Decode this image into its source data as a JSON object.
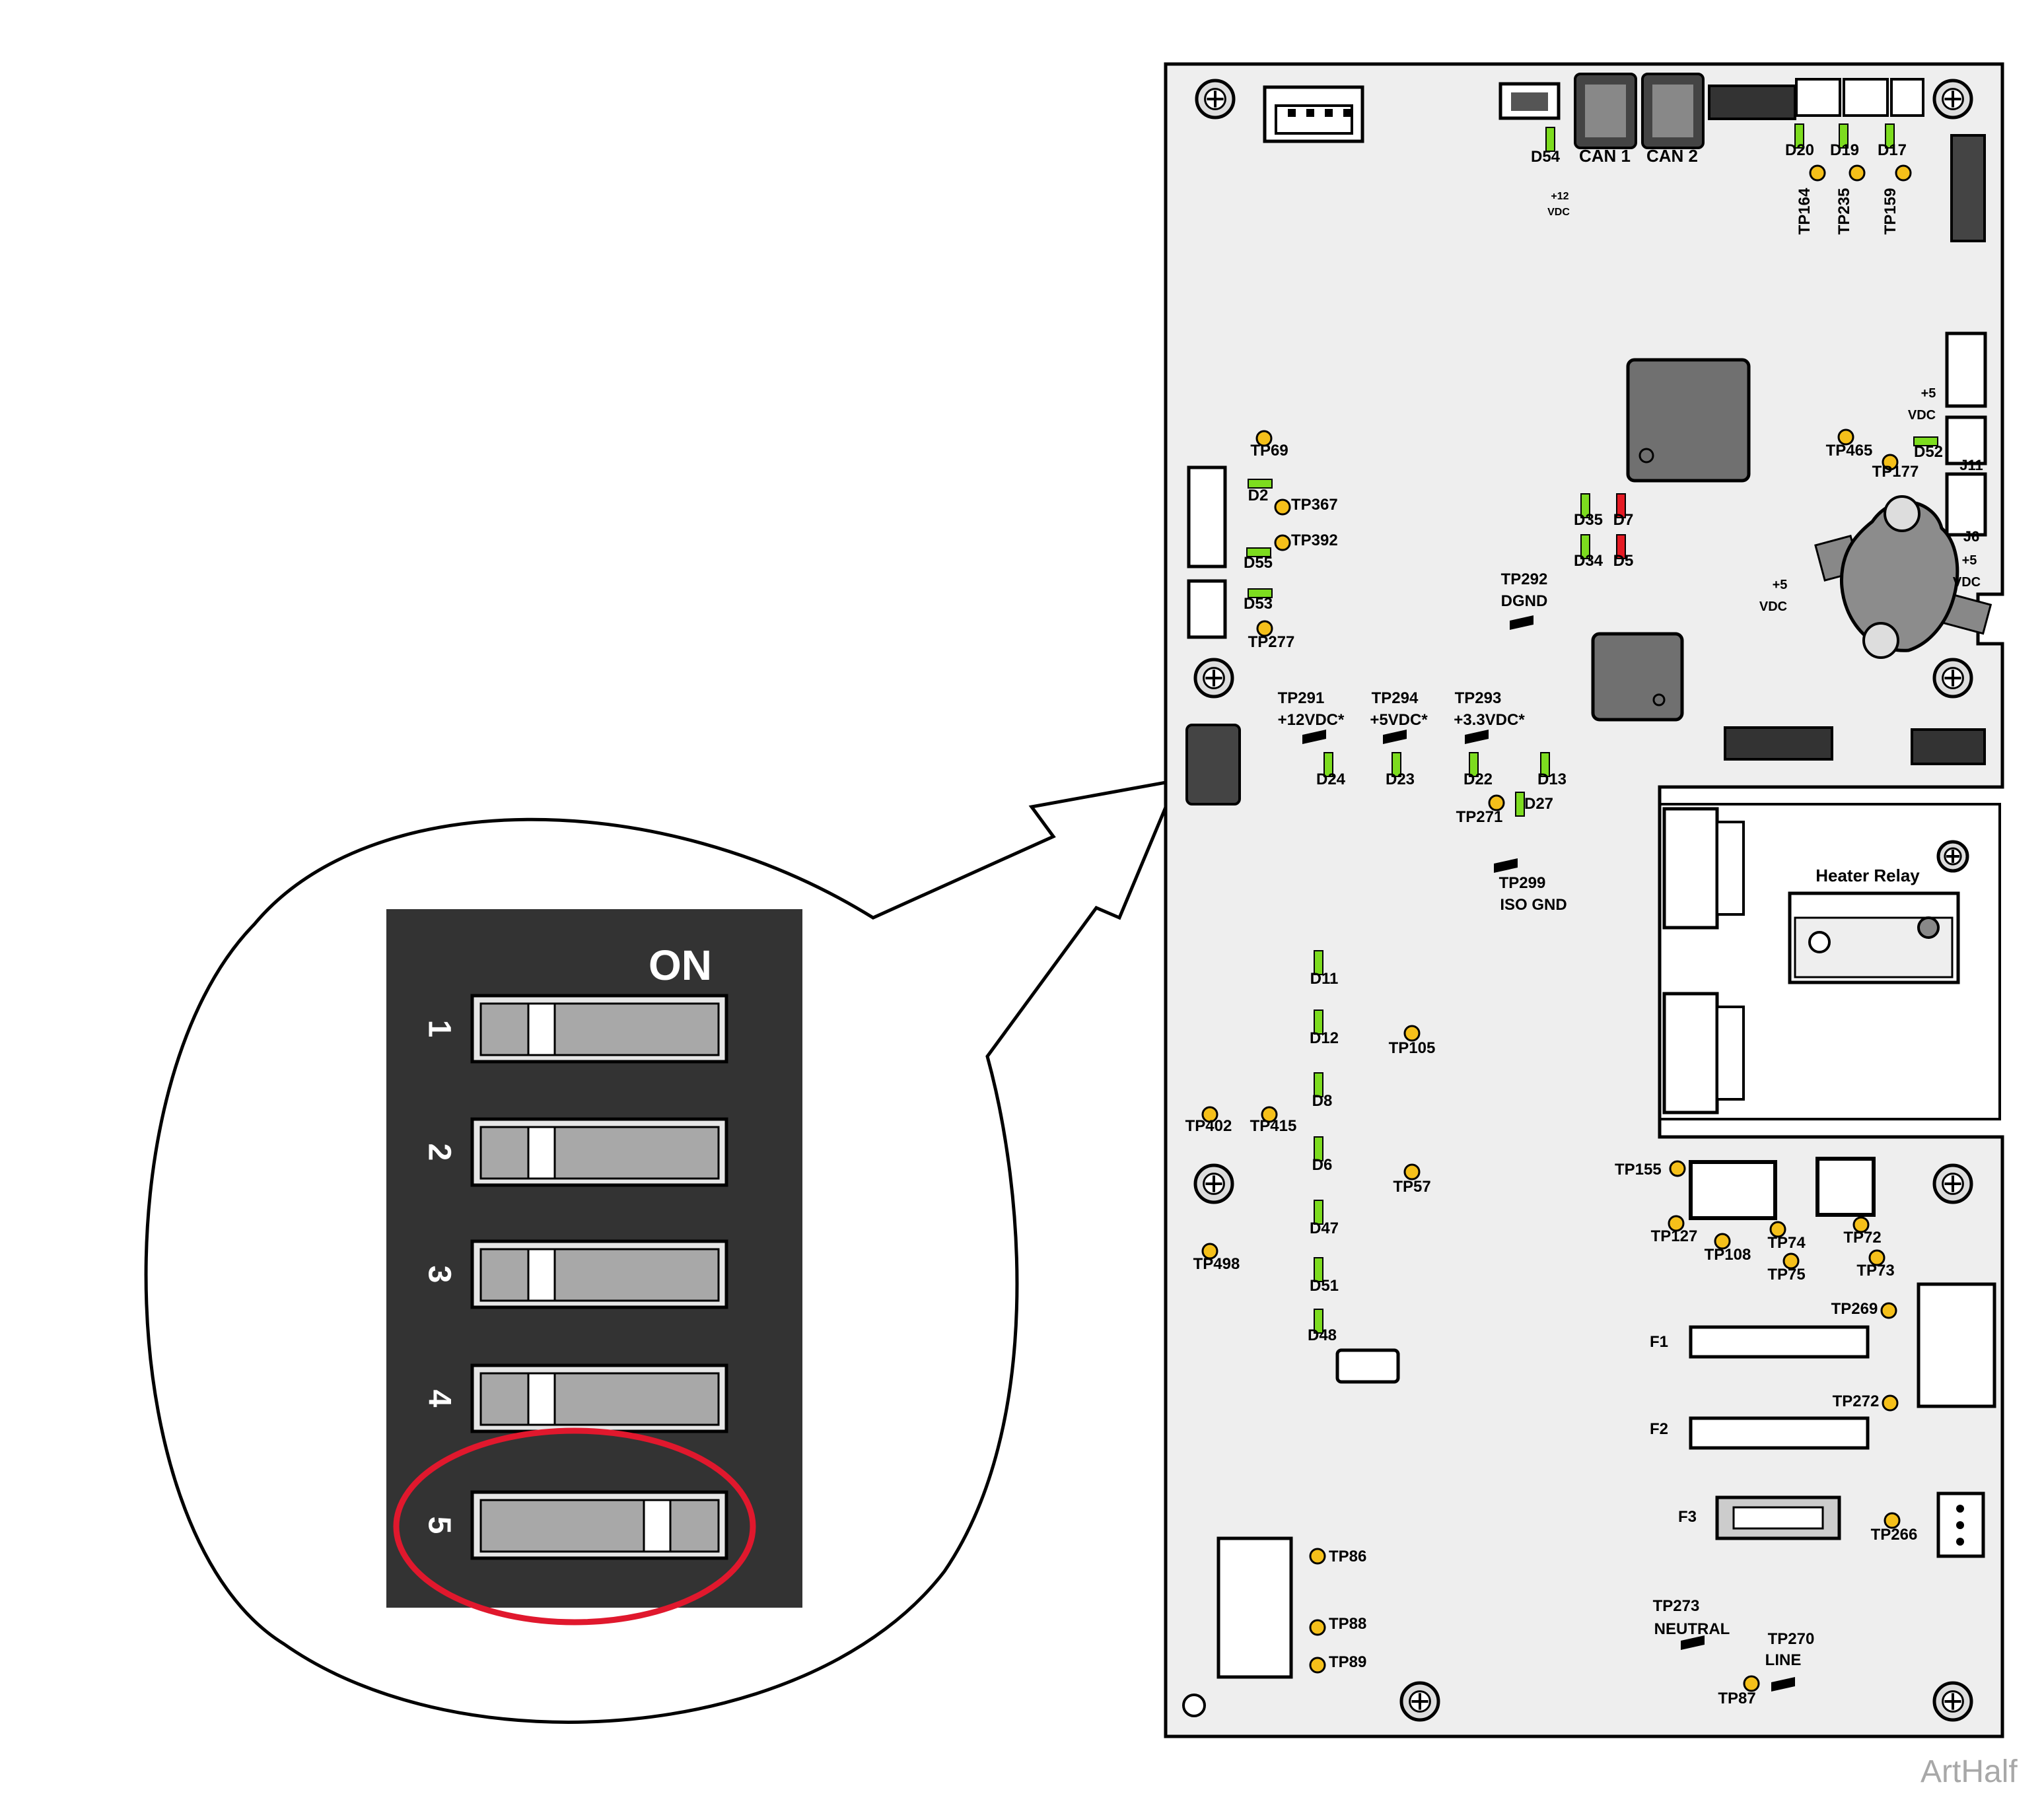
{
  "figure_tag": "ArtHalf",
  "dip_switch": {
    "on_label": "ON",
    "switches": [
      {
        "number": "1",
        "position": "off"
      },
      {
        "number": "2",
        "position": "off"
      },
      {
        "number": "3",
        "position": "off"
      },
      {
        "number": "4",
        "position": "off"
      },
      {
        "number": "5",
        "position": "on",
        "highlighted": true
      }
    ],
    "highlight_color": "#e0182d"
  },
  "board": {
    "connectors": {
      "can1": "CAN 1",
      "can2": "CAN 2",
      "j11": "J11",
      "j6": "J6"
    },
    "voltage_labels": {
      "v12_top": "+12",
      "vdc_top": "VDC",
      "v5_a": "+5",
      "vdc_a": "VDC",
      "v5_b": "+5",
      "vdc_b": "VDC",
      "v5_c": "+5",
      "vdc_c": "VDC"
    },
    "leds": {
      "d54": "D54",
      "d20": "D20",
      "d19": "D19",
      "d17": "D17",
      "d52": "D52",
      "d2": "D2",
      "d55": "D55",
      "d53": "D53",
      "d35": "D35",
      "d7": "D7",
      "d34": "D34",
      "d5": "D5",
      "d24": "D24",
      "d23": "D23",
      "d22": "D22",
      "d13": "D13",
      "d27": "D27",
      "d11": "D11",
      "d12": "D12",
      "d8": "D8",
      "d6": "D6",
      "d47": "D47",
      "d51": "D51",
      "d48": "D48"
    },
    "test_points": {
      "tp164": "TP164",
      "tp235": "TP235",
      "tp159": "TP159",
      "tp465": "TP465",
      "tp177": "TP177",
      "tp69": "TP69",
      "tp367": "TP367",
      "tp392": "TP392",
      "tp277": "TP277",
      "tp292": "TP292",
      "tp292_sub": "DGND",
      "tp291": "TP291",
      "tp291_sub": "+12VDC*",
      "tp294": "TP294",
      "tp294_sub": "+5VDC*",
      "tp293": "TP293",
      "tp293_sub": "+3.3VDC*",
      "tp271": "TP271",
      "tp299": "TP299",
      "tp299_sub": "ISO GND",
      "tp105": "TP105",
      "tp402": "TP402",
      "tp415": "TP415",
      "tp57": "TP57",
      "tp498": "TP498",
      "tp155": "TP155",
      "tp127": "TP127",
      "tp108": "TP108",
      "tp74": "TP74",
      "tp72": "TP72",
      "tp75": "TP75",
      "tp73": "TP73",
      "tp269": "TP269",
      "tp272": "TP272",
      "tp266": "TP266",
      "tp86": "TP86",
      "tp88": "TP88",
      "tp89": "TP89",
      "tp273": "TP273",
      "tp273_sub": "NEUTRAL",
      "tp270": "TP270",
      "tp270_sub": "LINE",
      "tp87": "TP87"
    },
    "fuses": {
      "f1": "F1",
      "f2": "F2",
      "f3": "F3"
    },
    "relay_label": "Heater Relay",
    "colors": {
      "board": "#eeeeee",
      "led_green": "#7ddc1f",
      "led_red": "#e51b24",
      "test_point": "#f5c01a",
      "chip": "#707070"
    }
  }
}
